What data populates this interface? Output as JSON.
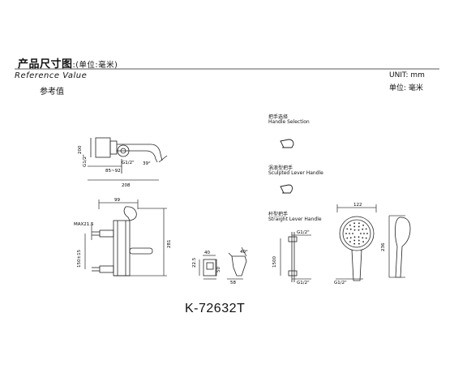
{
  "title": {
    "main": "产品尺寸图",
    "unit": ":(单位:毫米)"
  },
  "reference": {
    "english": "Reference Value",
    "chinese": "参考值"
  },
  "unit": {
    "english": "UNIT:    mm",
    "chinese": "单位:  毫米"
  },
  "model": "K-72632T",
  "handles": [
    {
      "cn": "把手选择",
      "en": "Handle Selection"
    },
    {
      "cn": "涡浪型把手",
      "en": "Sculpted Lever Handle"
    },
    {
      "cn": "杆型把手",
      "en": "Straight Lever Handle"
    }
  ],
  "dimensions": {
    "g_half": "G1/2\"",
    "d200": "200",
    "range": "85~92",
    "d208": "208",
    "angle": "39°",
    "d99": "99",
    "max": "MAX21.5",
    "spacing": "150±15",
    "d281": "281",
    "d40": "40",
    "d22_5": "22.5",
    "d50": "50",
    "d58": "58",
    "angle40": "40°",
    "d1500": "1500",
    "d122": "122",
    "d236": "236"
  },
  "colors": {
    "line": "#222222",
    "dim": "#444444"
  }
}
